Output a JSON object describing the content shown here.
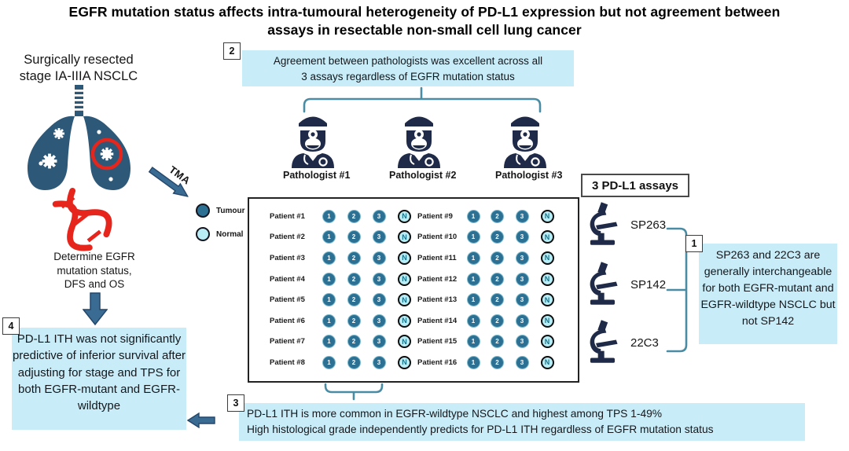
{
  "title": "EGFR mutation status affects intra-tumoural heterogeneity of PD-L1 expression but not agreement between\nassays in resectable non-small cell lung cancer",
  "left_panel": {
    "heading": "Surgically resected\nstage IA-IIIA NSCLC",
    "determine_label": "Determine EGFR\nmutation status,\nDFS and OS",
    "tma_arrow_label": "TMA"
  },
  "legend": {
    "tumour_label": "Tumour",
    "normal_label": "Normal"
  },
  "pathologists": [
    "Pathologist #1",
    "Pathologist #2",
    "Pathologist #3"
  ],
  "assays": {
    "header": "3 PD-L1 assays",
    "items": [
      "SP263",
      "SP142",
      "22C3"
    ]
  },
  "tma_grid": {
    "left_patients": [
      "Patient #1",
      "Patient #2",
      "Patient #3",
      "Patient #4",
      "Patient #5",
      "Patient #6",
      "Patient #7",
      "Patient #8"
    ],
    "right_patients": [
      "Patient #9",
      "Patient #10",
      "Patient #11",
      "Patient #12",
      "Patient #13",
      "Patient #14",
      "Patient #15",
      "Patient #16"
    ],
    "core_labels": [
      "1",
      "2",
      "3"
    ],
    "normal_label": "N"
  },
  "callouts": {
    "interchangeability": {
      "number": "1",
      "text": "SP263 and 22C3 are generally interchangeable for both EGFR-mutant and EGFR-wildtype NSCLC but not SP142"
    },
    "agreement": {
      "number": "2",
      "text": "Agreement between pathologists was excellent across all\n3 assays regardless of EGFR mutation status"
    },
    "ith": {
      "number": "3",
      "line1": "PD-L1 ITH is more common in EGFR-wildtype NSCLC and highest among TPS 1-49%",
      "line2": "High histological grade independently predicts for PD-L1 ITH regardless of EGFR mutation status"
    },
    "survival": {
      "number": "4",
      "text": "PD-L1 ITH was not significantly predictive of inferior survival after adjusting for stage and TPS for both EGFR-mutant and EGFR-wildtype"
    }
  },
  "colors": {
    "navy": "#1e2a47",
    "lung_blue": "#2d5878",
    "steel_arrow": "#3a6b92",
    "steel_arrow_dark": "#24476b",
    "cyan_box": "#c9edf8",
    "bracket_teal": "#4a8ca3",
    "core_dot": "#2c7093",
    "normal_dot": "#b9edf6",
    "red": "#e6261c"
  }
}
